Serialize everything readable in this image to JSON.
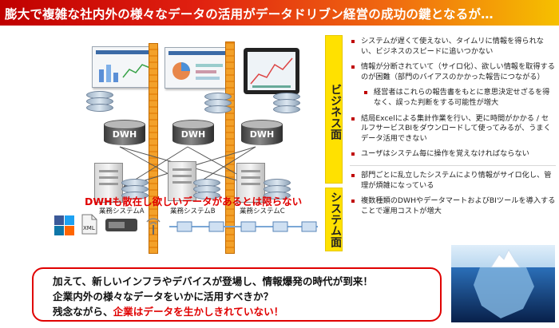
{
  "title": "膨大で複雑な社内外の様々なデータの活用がデータドリブン経営の成功の鍵となるが…",
  "diagram": {
    "dwh_label": "DWH",
    "systems": [
      "業務システムA",
      "業務システムB",
      "業務システムC"
    ],
    "note": "DWHも散在し欲しいデータがあるとは限らない",
    "icon_labels": [
      "XML"
    ]
  },
  "tags": {
    "business": "ビジネス面",
    "system": "システム面"
  },
  "bullets": [
    {
      "text": "システムが遅くて使えない、タイムリに情報を得られない、ビジネスのスピードに追いつかない",
      "level": 0
    },
    {
      "text": "情報が分断されていて（サイロ化）、欲しい情報を取得するのが困難（部門のバイアスのかかった報告につながる）",
      "level": 0
    },
    {
      "text": "経営者はこれらの報告書をもとに意思決定せざるを得なく、誤った判断をする可能性が増大",
      "level": 1
    },
    {
      "text": "結局Excelによる集計作業を行い、更に時間がかかる / セルフサービスBIをダウンロードして使ってみるが、うまくデータ活用できない",
      "level": 0
    },
    {
      "text": "ユーザはシステム毎に操作を覚えなければならない",
      "level": 0
    }
  ],
  "system_bullets": [
    {
      "text": "部門ごとに乱立したシステムにより情報がサイロ化し、管理が煩雑になっている"
    },
    {
      "text": "複数種類のDWHやデータマートおよびBIツールを導入することで運用コストが増大"
    }
  ],
  "callout": {
    "line1": "加えて、新しいインフラやデバイスが登場し、情報爆発の時代が到来！",
    "line2": "企業内外の様々なデータをいかに活用すべきか？",
    "line3_prefix": "残念ながら、",
    "line3_red": "企業はデータを生かしきれていない！"
  },
  "colors": {
    "accent_red": "#e00000",
    "title_gradient_start": "#c00000",
    "title_gradient_end": "#f6c000",
    "tag_yellow": "#ffe100",
    "wall_orange": "#f3a12a"
  }
}
